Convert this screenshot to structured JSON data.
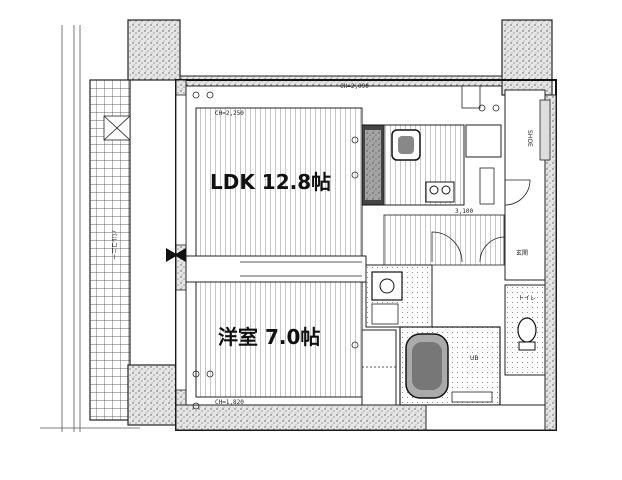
{
  "rooms": {
    "ldk": "LDK 12.8帖",
    "western": "洋室 7.0帖"
  },
  "dimensions": {
    "ch_top": "CH=2,090",
    "ch_ldk": "CH=2,250",
    "ch_bedroom": "CH=1,820",
    "w_kitchen": "3,100"
  },
  "labels": {
    "shoe": "SHOE",
    "bath": "UB",
    "toilet": "トイレ",
    "balcony": "バルコニー",
    "entrance": "玄関"
  }
}
